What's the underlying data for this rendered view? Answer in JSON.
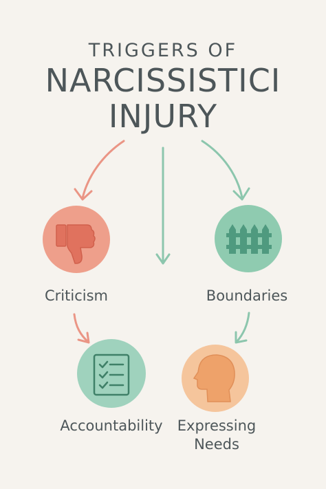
{
  "title": {
    "line1": "TRIGGERS OF",
    "line2": "NARCISSISTICI",
    "line3": "INJURY"
  },
  "nodes": [
    {
      "label": "Criticism",
      "icon": "thumbs-down-icon",
      "color": "#ee9f8b"
    },
    {
      "label": "Boundaries",
      "icon": "fence-icon",
      "color": "#8fcbb0"
    },
    {
      "label": "Accountability",
      "icon": "checklist-icon",
      "color": "#9fd2bd"
    },
    {
      "label_line1": "Expressing",
      "label_line2": "Needs",
      "icon": "head-profile-icon",
      "color": "#f5c59c"
    }
  ],
  "colors": {
    "arrow_coral": "#ea9585",
    "arrow_green": "#8cc6ad",
    "text": "#4d5659",
    "background": "#f6f3ee"
  }
}
